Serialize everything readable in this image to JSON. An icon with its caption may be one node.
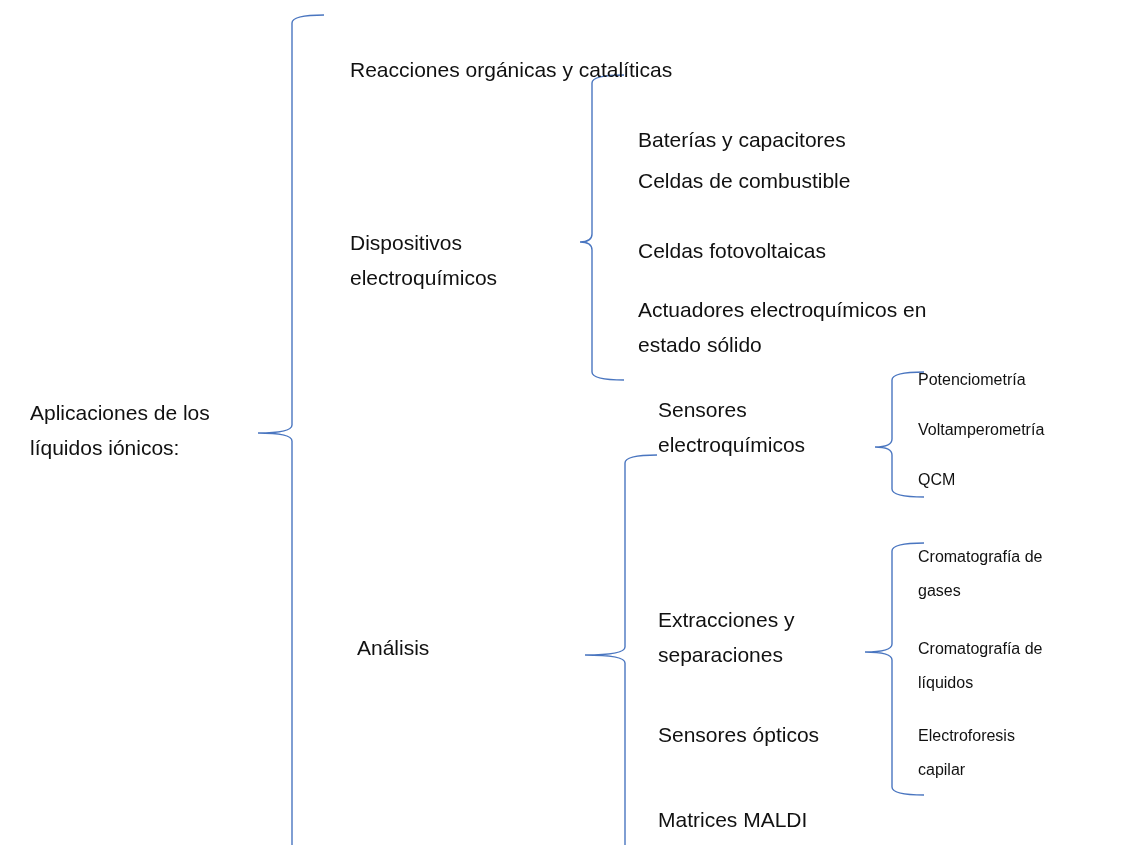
{
  "diagram": {
    "labels": [
      "Aplicaciones de los líquidos iónicos:",
      "Reacciones orgánicas y catalíticas",
      "Dispositivos electroquímicos",
      "Baterías y capacitores",
      "Celdas de combustible",
      "Celdas fotovoltaicas",
      "Actuadores electroquímicos en estado sólido",
      "Sensores electroquímicos",
      "Potenciometría",
      "Voltamperometría",
      "QCM",
      "Análisis",
      "Extracciones y separaciones",
      "Cromatografía de gases",
      "Cromatografía de líquidos",
      "Electroforesis capilar",
      "Sensores ópticos",
      "Matrices MALDI"
    ]
  }
}
